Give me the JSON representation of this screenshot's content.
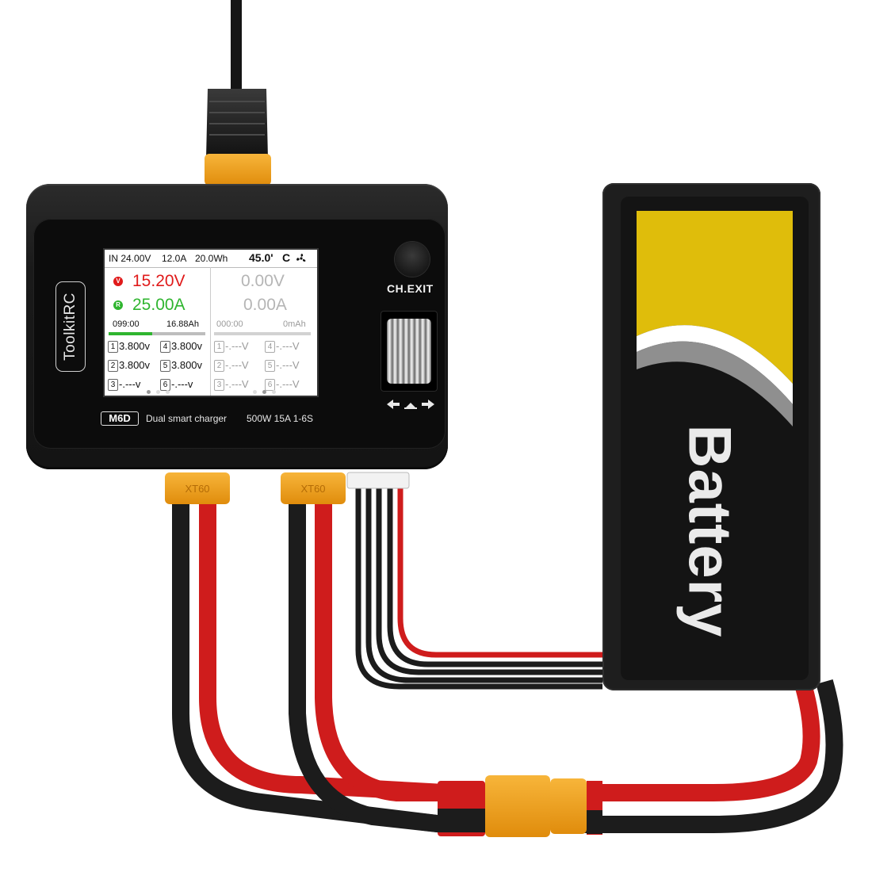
{
  "charger": {
    "brand": "ToolkitRC",
    "model": "M6D",
    "description": "Dual smart charger",
    "specs": "500W 15A 1-6S",
    "button_label": "CH.EXIT"
  },
  "screen": {
    "topbar": {
      "input_voltage": "IN 24.00V",
      "input_current": "12.0A",
      "energy": "20.0Wh",
      "temperature": "45.0'",
      "temp_unit": "C"
    },
    "left": {
      "voltage_badge": "V",
      "voltage": "15.20V",
      "current_badge": "R",
      "current": "25.00A",
      "time": "099:00",
      "capacity": "16.88Ah",
      "progress": 0.45,
      "cells": [
        {
          "n": "1",
          "v": "3.800v"
        },
        {
          "n": "4",
          "v": "3.800v"
        },
        {
          "n": "2",
          "v": "3.800v"
        },
        {
          "n": "5",
          "v": "3.800v"
        },
        {
          "n": "3",
          "v": "-.---v"
        },
        {
          "n": "6",
          "v": "-.---v"
        }
      ]
    },
    "right": {
      "voltage": "0.00V",
      "current": "0.00A",
      "time": "000:00",
      "capacity": "0mAh",
      "progress": 0,
      "cells": [
        {
          "n": "1",
          "v": "-.---V"
        },
        {
          "n": "4",
          "v": "-.---V"
        },
        {
          "n": "2",
          "v": "-.---V"
        },
        {
          "n": "5",
          "v": "-.---V"
        },
        {
          "n": "3",
          "v": "-.---V"
        },
        {
          "n": "6",
          "v": "-.---V"
        }
      ]
    }
  },
  "connectors": {
    "label": "XT60"
  },
  "battery": {
    "label": "Battery",
    "accent_color": "#dfbd0b"
  },
  "colors": {
    "voltage_red": "#e01b1b",
    "current_green": "#2fb52f",
    "wire_red": "#cf1c1c",
    "wire_black": "#1c1c1c",
    "connector_yellow": "#f3a21a"
  }
}
